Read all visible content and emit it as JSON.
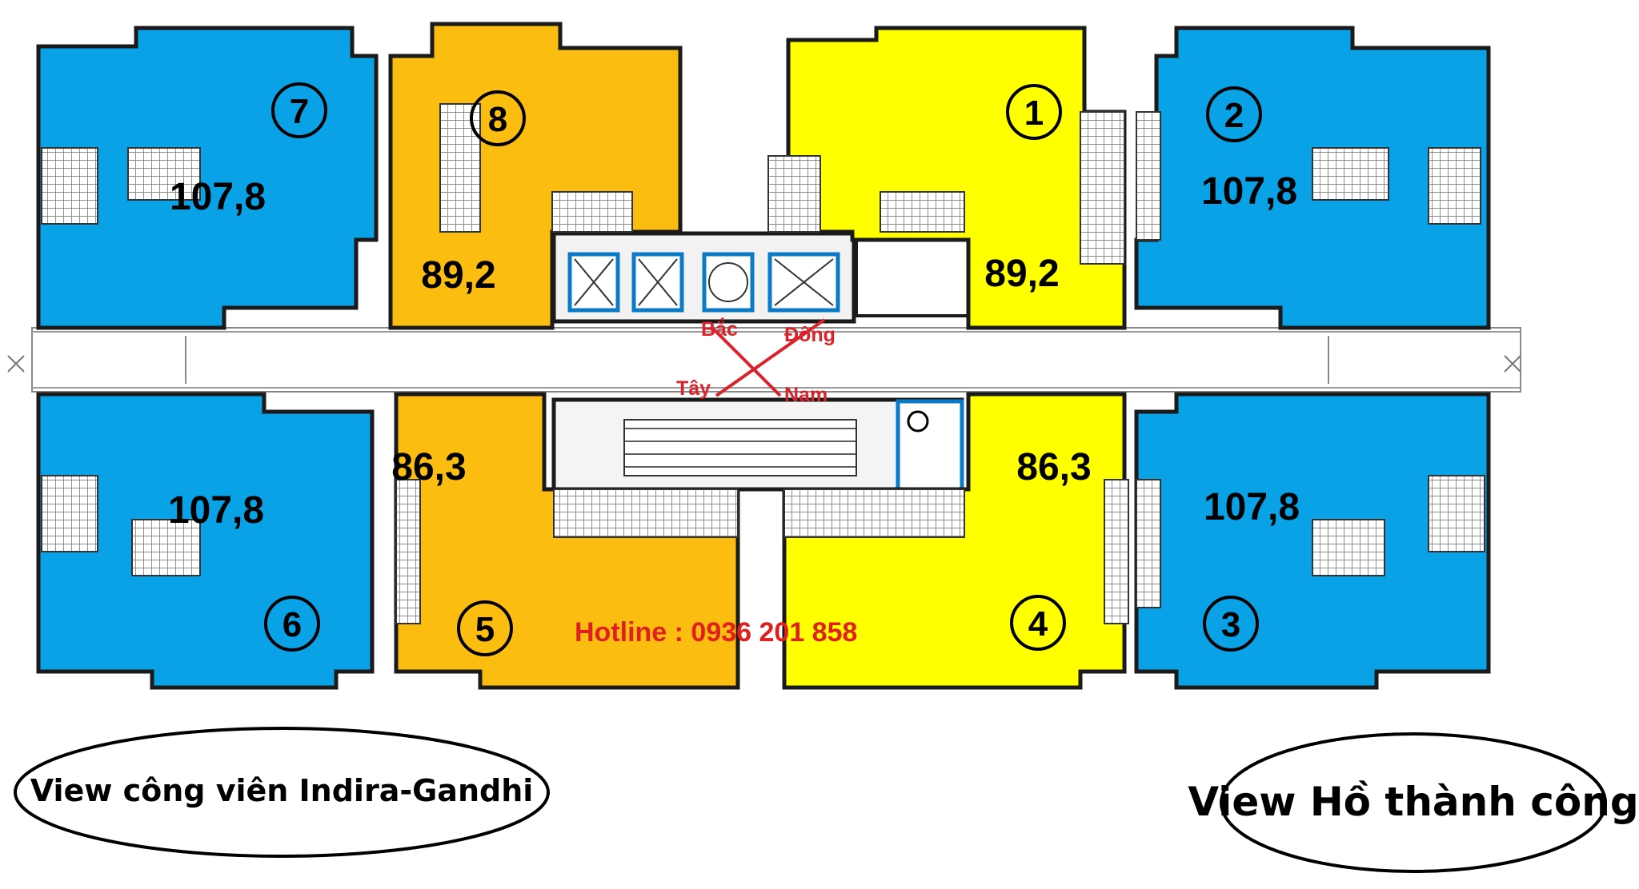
{
  "colors": {
    "blue": "#0aa2e6",
    "orange": "#fbbd10",
    "yellow": "#ffff00",
    "wall": "#1a1a1a",
    "red": "#d8232a"
  },
  "units": [
    {
      "number": "7",
      "area": "107,8",
      "color": "blue"
    },
    {
      "number": "8",
      "area": "89,2",
      "color": "orange"
    },
    {
      "number": "1",
      "area": "89,2",
      "color": "yellow"
    },
    {
      "number": "2",
      "area": "107,8",
      "color": "blue"
    },
    {
      "number": "6",
      "area": "107,8",
      "color": "blue"
    },
    {
      "number": "5",
      "area": "86,3",
      "color": "orange"
    },
    {
      "number": "4",
      "area": "86,3",
      "color": "yellow"
    },
    {
      "number": "3",
      "area": "107,8",
      "color": "blue"
    }
  ],
  "compass": {
    "north": "Bắc",
    "east": "Đông",
    "west": "Tây",
    "south": "Nam"
  },
  "hotline": "Hotline : 0936 201 858",
  "views": {
    "left": "View công viên Indira-Gandhi",
    "right": "View Hồ thành công"
  }
}
